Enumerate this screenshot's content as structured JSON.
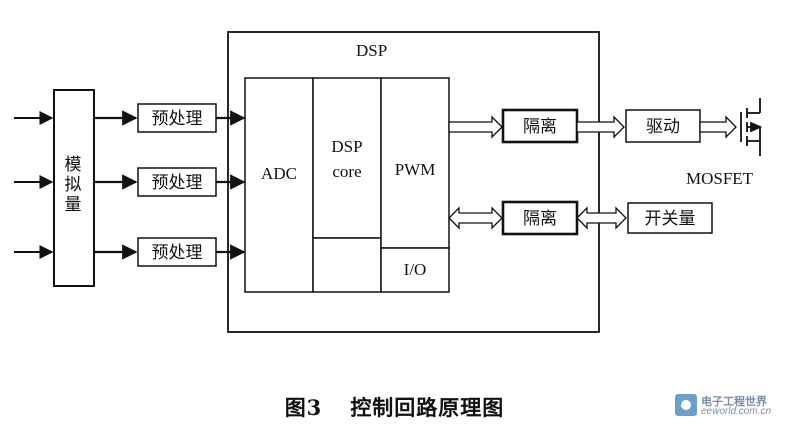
{
  "diagram": {
    "analog_label": "模拟量",
    "preprocess_label": "预处理",
    "dsp_label": "DSP",
    "adc_label": "ADC",
    "dsp_core_line1": "DSP",
    "dsp_core_line2": "core",
    "pwm_label": "PWM",
    "io_label": "I/O",
    "isolation_label": "隔离",
    "drive_label": "驱动",
    "switch_label": "开关量",
    "mosfet_label": "MOSFET"
  },
  "caption": {
    "number": "图3",
    "title": "控制回路原理图"
  },
  "watermark": {
    "name_cn": "电子工程世界",
    "site": "eeworld.com.cn"
  }
}
